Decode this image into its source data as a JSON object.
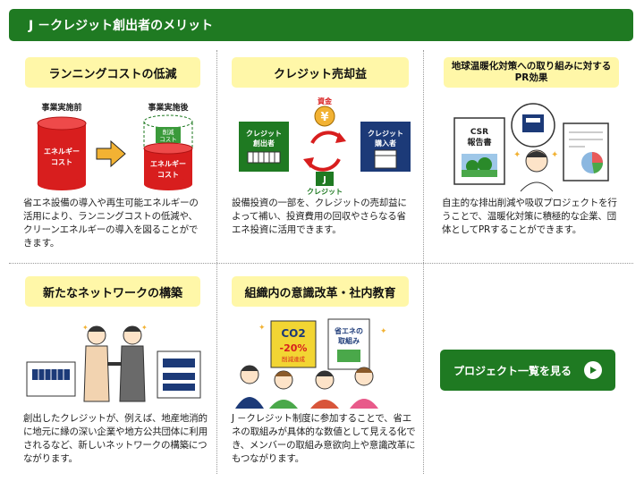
{
  "header": {
    "title": "J －クレジット創出者のメリット"
  },
  "cards": [
    {
      "title": "ランニングコストの低減",
      "illustration": {
        "before_label": "事業実施前",
        "after_label": "事業実施後",
        "before_cylinder": "エネルギー\nコスト",
        "reduced_label": "削減\nコスト",
        "after_cylinder": "エネルギー\nコスト"
      },
      "description": "省エネ設備の導入や再生可能エネルギーの活用により、ランニングコストの低減や、クリーンエネルギーの導入を図ることができます。"
    },
    {
      "title": "クレジット売却益",
      "illustration": {
        "funds_label": "資金",
        "yen_symbol": "¥",
        "creator_label": "クレジット\n創出者",
        "buyer_label": "クレジット\n購入者",
        "j_symbol": "J",
        "credit_label": "クレジット"
      },
      "description": "設備投資の一部を、クレジットの売却益によって補い、投資費用の回収やさらなる省エネ投資に活用できます。"
    },
    {
      "title": "地球温暖化対策への取り組みに対するPR効果",
      "illustration": {
        "report_label": "CSR\n報告書"
      },
      "description": "自主的な排出削減や吸収プロジェクトを行うことで、温暖化対策に積極的な企業、団体としてPRすることができます。"
    },
    {
      "title": "新たなネットワークの構築",
      "description": "創出したクレジットが、例えば、地産地消的に地元に縁の深い企業や地方公共団体に利用されるなど、新しいネットワークの構築につながります。"
    },
    {
      "title": "組織内の意識改革・社内教育",
      "illustration": {
        "co2_label": "CO2",
        "reduction_value": "-20%",
        "reduction_label": "削減達成",
        "initiative_label": "省エネの\n取組み"
      },
      "description": "J －クレジット制度に参加することで、省エネの取組みが具体的な数値として見える化でき、メンバーの取組み意欲向上や意識改革にもつながります。"
    }
  ],
  "cta": {
    "label": "プロジェクト一覧を見る",
    "icon": "play-icon"
  },
  "colors": {
    "green": "#1f7a22",
    "pill": "#fff7a8",
    "red": "#d81e1e",
    "navy": "#1c3a78"
  }
}
